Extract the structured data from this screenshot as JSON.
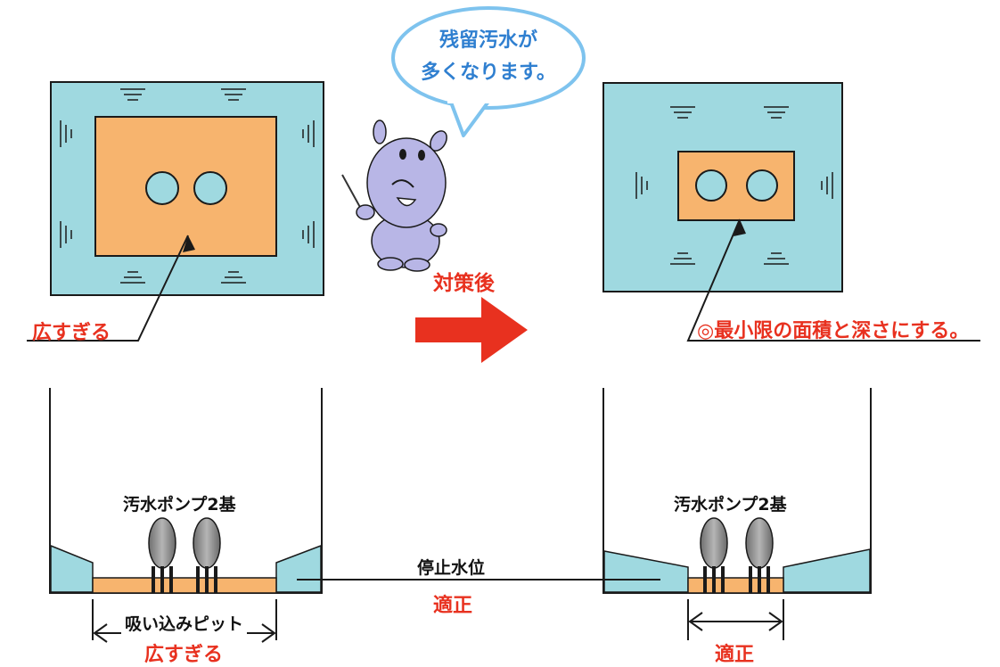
{
  "speech_bubble": {
    "line1": "残留汚水が",
    "line2": "多くなります。"
  },
  "before": {
    "plan_label": "広すぎる",
    "pump_label": "汚水ポンプ2基",
    "pit_label": "吸い込みピット",
    "pit_width_label": "広すぎる"
  },
  "center": {
    "arrow_label": "対策後",
    "stop_level_label": "停止水位",
    "stop_level_status": "適正"
  },
  "after": {
    "plan_label": "◎最小限の面積と深さにする。",
    "pump_label": "汚水ポンプ2基",
    "pit_width_label": "適正"
  },
  "colors": {
    "water": "#9fd9e0",
    "pit": "#f7b46e",
    "pump": "#9a9a9a",
    "accent_red": "#e8311f",
    "bubble_blue": "#2f7fd0",
    "mascot": "#b8b6e6"
  }
}
